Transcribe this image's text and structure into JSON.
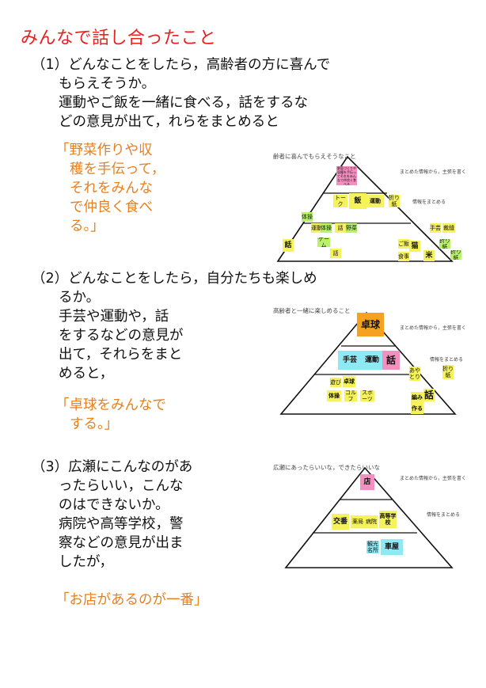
{
  "title": "みんなで話し合ったこと",
  "q1": {
    "lines": [
      "（1）どんなことをしたら，高齢者の方に喜んで",
      "もらえそうか。",
      "運動やご飯を一緒に食べる，話をするな",
      "どの意見が出て，れらをまとめると"
    ],
    "highlight": [
      "「野菜作りや収",
      "穫を手伝って，",
      "それをみんな",
      "で仲良く食べ",
      "る。」"
    ]
  },
  "q2": {
    "lines": [
      "（2）どんなことをしたら，自分たちも楽しめ",
      "るか。",
      "手芸や運動や，話",
      "をするなどの意見が",
      "出て，それらをまと",
      "めると，"
    ],
    "highlight": [
      "「卓球をみんなで",
      "する。」"
    ]
  },
  "q3": {
    "lines": [
      "（3）広瀬にこんなのがあ",
      "ったらいい，こんな",
      "のはできないか。",
      "病院や高等学校，警",
      "察などの意見が出ま",
      "したが，"
    ],
    "highlight": [
      "「お店があるのが一番」"
    ]
  },
  "fig1": {
    "caption": "齢者に喜んでもらえそうなこと",
    "note_top": "まとめた情報から，主張を書く",
    "note_mid": "情報をまとめる",
    "top_note": "野菜づくりや収穫を手伝ってそれをみんなで仲良く食べる",
    "mid": [
      "トーク",
      "飯",
      "運動",
      "折り紙"
    ],
    "low": [
      "体操",
      "運動",
      "体操",
      "話",
      "ゲーム",
      "話",
      "野菜",
      "話",
      "手芸",
      "裁縫",
      "折り紙",
      "ご飯",
      "食事",
      "猫",
      "米",
      "折り紙"
    ]
  },
  "fig2": {
    "caption": "高齢者と一緒に楽しめること",
    "note_top": "まとめた情報から，主張を書く",
    "note_mid": "情報をまとめる",
    "top": "卓球",
    "mid": [
      "手芸",
      "運動",
      "話",
      "あやとり",
      "折り紙"
    ],
    "low": [
      "遊び",
      "卓球",
      "体操",
      "ゴルフ",
      "スポーツ",
      "編み",
      "話",
      "作る"
    ]
  },
  "fig3": {
    "caption": "広瀬にあったらいいな，できたらいいな",
    "note_top": "まとめた情報から，主張を書く",
    "note_mid": "情報をまとめる",
    "top": "店",
    "mid": [
      "交番",
      "薬局",
      "病院",
      "高等学校"
    ],
    "low": [
      "観光名所",
      "車屋"
    ]
  }
}
